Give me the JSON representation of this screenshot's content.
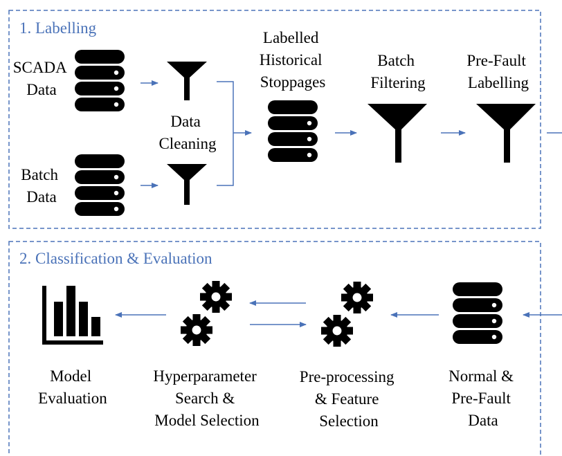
{
  "colors": {
    "accent": "#4a72b8",
    "icon": "#000000",
    "background": "#ffffff"
  },
  "section1": {
    "title": "1. Labelling",
    "scada_label": [
      "SCADA",
      "Data"
    ],
    "batch_label": [
      "Batch",
      "Data"
    ],
    "cleaning_label": [
      "Data",
      "Cleaning"
    ],
    "stoppages_label": [
      "Labelled",
      "Historical",
      "Stoppages"
    ],
    "batch_filtering_label": [
      "Batch",
      "Filtering"
    ],
    "prefault_label": [
      "Pre-Fault",
      "Labelling"
    ]
  },
  "section2": {
    "title": "2. Classification & Evaluation",
    "model_eval_label": [
      "Model",
      "Evaluation"
    ],
    "hyperparam_label": [
      "Hyperparameter",
      "Search &",
      "Model Selection"
    ],
    "preproc_label": [
      "Pre-processing",
      "& Feature",
      "Selection"
    ],
    "normal_label": [
      "Normal &",
      "Pre-Fault",
      "Data"
    ]
  },
  "icons": {
    "database": "database-icon",
    "funnel": "funnel-icon",
    "gears": "gears-icon",
    "bar_chart": "bar-chart-icon"
  }
}
